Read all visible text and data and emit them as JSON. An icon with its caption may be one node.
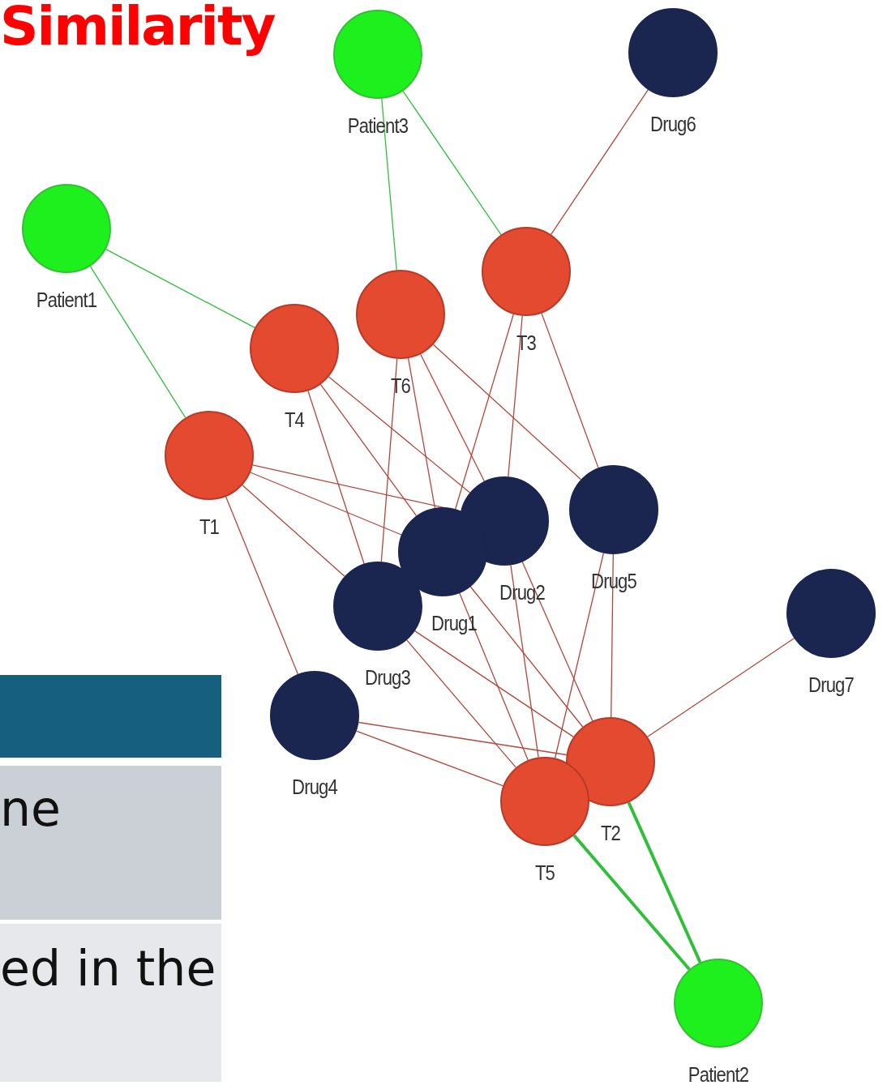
{
  "diagram": {
    "title": "Similarity",
    "nodes": [
      {
        "text": [
          "Patient3"
        ]
      },
      {
        "text": [
          "Drug6"
        ]
      },
      {
        "text": [
          "Patient1"
        ]
      },
      {
        "text": [
          "T3"
        ]
      },
      {
        "text": [
          "T6"
        ]
      },
      {
        "text": [
          "T4"
        ]
      },
      {
        "text": [
          "T1"
        ]
      },
      {
        "text": [
          "Drug2"
        ]
      },
      {
        "text": [
          "Drug5"
        ]
      },
      {
        "text": [
          "Drug1"
        ]
      },
      {
        "text": [
          "Drug3"
        ]
      },
      {
        "text": [
          "Drug7"
        ]
      },
      {
        "text": [
          "Drug4"
        ]
      },
      {
        "text": [
          "T2"
        ]
      },
      {
        "text": [
          "T5"
        ]
      },
      {
        "text": [
          "Patient2"
        ]
      }
    ],
    "edges": [
      {
        "from": 0,
        "to": 4,
        "arrow": "none",
        "color": "#2fbf3a"
      },
      {
        "from": 0,
        "to": 3,
        "arrow": "none",
        "color": "#2fbf3a"
      },
      {
        "from": 1,
        "to": 3,
        "arrow": "none"
      },
      {
        "from": 2,
        "to": 5,
        "arrow": "none",
        "color": "#2fbf3a"
      },
      {
        "from": 2,
        "to": 6,
        "arrow": "none",
        "color": "#2fbf3a"
      },
      {
        "from": 3,
        "to": 9,
        "arrow": "none"
      },
      {
        "from": 3,
        "to": 7,
        "arrow": "none"
      },
      {
        "from": 3,
        "to": 8,
        "arrow": "none"
      },
      {
        "from": 4,
        "to": 10,
        "arrow": "none"
      },
      {
        "from": 4,
        "to": 9,
        "arrow": "none"
      },
      {
        "from": 4,
        "to": 7,
        "arrow": "none"
      },
      {
        "from": 4,
        "to": 8,
        "arrow": "none"
      },
      {
        "from": 5,
        "to": 10,
        "arrow": "none"
      },
      {
        "from": 5,
        "to": 9,
        "arrow": "none"
      },
      {
        "from": 5,
        "to": 7,
        "arrow": "none"
      },
      {
        "from": 6,
        "to": 7,
        "arrow": "none"
      },
      {
        "from": 6,
        "to": 9,
        "arrow": "none"
      },
      {
        "from": 6,
        "to": 10,
        "arrow": "none"
      },
      {
        "from": 6,
        "to": 12,
        "arrow": "none"
      },
      {
        "from": 11,
        "to": 13,
        "arrow": "none"
      },
      {
        "from": 12,
        "to": 14,
        "arrow": "none"
      },
      {
        "from": 12,
        "to": 13,
        "arrow": "none"
      },
      {
        "from": 10,
        "to": 14,
        "arrow": "none"
      },
      {
        "from": 10,
        "to": 13,
        "arrow": "none"
      },
      {
        "from": 9,
        "to": 14,
        "arrow": "none"
      },
      {
        "from": 9,
        "to": 13,
        "arrow": "none"
      },
      {
        "from": 7,
        "to": 14,
        "arrow": "none"
      },
      {
        "from": 7,
        "to": 13,
        "arrow": "none"
      },
      {
        "from": 8,
        "to": 14,
        "arrow": "none"
      },
      {
        "from": 8,
        "to": 13,
        "arrow": "none"
      },
      {
        "from": 14,
        "to": 15,
        "arrow": "none",
        "style": "thick",
        "color": "#2fbf3a"
      },
      {
        "from": 13,
        "to": 15,
        "arrow": "none",
        "style": "thick",
        "color": "#2fbf3a"
      }
    ],
    "labels": [
      "ne",
      "ed in the"
    ]
  }
}
